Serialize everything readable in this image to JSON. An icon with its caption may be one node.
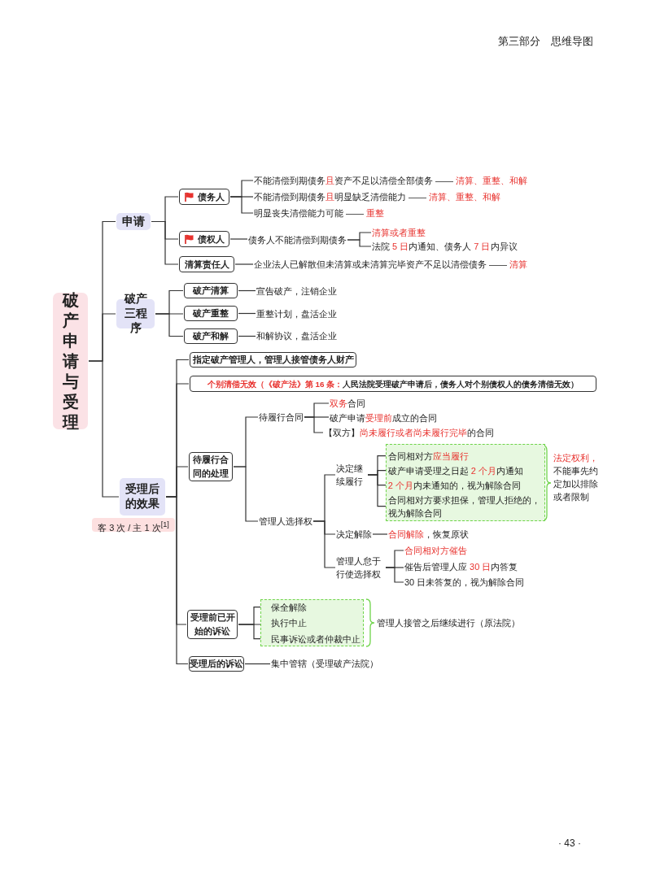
{
  "diagram": {
    "nodes": [
      {
        "text": [
          "破产申请与受理"
        ]
      },
      {
        "text": [
          "申请"
        ]
      },
      {
        "text": [
          "债务人"
        ]
      },
      {
        "text": [
          "不能清偿到期债务**且**资产不足以清偿全部债务 —— **清算、重整、和解**"
        ]
      },
      {
        "text": [
          "不能清偿到期债务**且**明显缺乏清偿能力 —— **清算、重整、和解**"
        ]
      },
      {
        "text": [
          "明显丧失清偿能力可能 —— **重整**"
        ]
      },
      {
        "text": [
          "债权人"
        ]
      },
      {
        "text": [
          "债务人不能清偿到期债务"
        ]
      },
      {
        "text": [
          "清算或者重整"
        ]
      },
      {
        "text": [
          "法院 **5 日**内通知、债务人 **7 日**内异议"
        ]
      },
      {
        "text": [
          "清算责任人"
        ]
      },
      {
        "text": [
          "企业法人已解散但未清算或未清算完毕资产不足以清偿债务 —— **清算**"
        ]
      },
      {
        "text": [
          "破产三程序"
        ]
      },
      {
        "text": [
          "破产清算"
        ]
      },
      {
        "text": [
          "宣告破产，注销企业"
        ]
      },
      {
        "text": [
          "破产重整"
        ]
      },
      {
        "text": [
          "重整计划，盘活企业"
        ]
      },
      {
        "text": [
          "破产和解"
        ]
      },
      {
        "text": [
          "和解协议，盘活企业"
        ]
      },
      {
        "text": [
          "受理后的效果"
        ],
        "beside": [
          "客 3 次 / 主 1 次$^{[1]}$"
        ]
      },
      {
        "text": [
          "指定破产管理人，管理人接管债务人财产"
        ]
      },
      {
        "text": [
          "**个别清偿无效（《破产法》第 16 条：**人民法院受理破产申请后，债务人对个别债权人的债务清偿无效）"
        ]
      },
      {
        "text": [
          "待履行合同的处理"
        ]
      },
      {
        "text": [
          "待履行合同"
        ]
      },
      {
        "text": [
          "**双务**合同"
        ]
      },
      {
        "text": [
          "破产申请**受理前**成立的合同"
        ]
      },
      {
        "text": [
          "【双方】**尚未履行或者尚未履行完毕**的合同"
        ]
      },
      {
        "text": [
          "管理人选择权"
        ]
      },
      {
        "text": [
          "决定继续履行"
        ]
      },
      {
        "text": [],
        "shape": "box"
      },
      {
        "text": [
          "合同相对方**应当履行**"
        ],
        "in": 29
      },
      {
        "text": [
          "破产申请受理之日起 **2 个月**内通知"
        ],
        "in": 29
      },
      {
        "text": [
          "**2 个月**内未通知的，视为解除合同"
        ],
        "in": 29
      },
      {
        "text": [
          "合同相对方要求担保，管理人拒绝的，视为解除合同"
        ],
        "in": 29
      },
      {
        "text": [
          "决定解除"
        ]
      },
      {
        "text": [
          "**合同解除**，恢复原状"
        ]
      },
      {
        "text": [
          "管理人怠于行使选择权"
        ]
      },
      {
        "text": [
          "合同相对方催告"
        ]
      },
      {
        "text": [
          "催告后管理人应 **30 日**内答复"
        ]
      },
      {
        "text": [
          "30 日未答复的，视为解除合同"
        ]
      },
      {
        "text": [
          "受理前已开始的诉讼"
        ]
      },
      {
        "text": [],
        "shape": "box"
      },
      {
        "text": [
          "保全解除"
        ],
        "in": 41
      },
      {
        "text": [
          "执行中止"
        ],
        "in": 41
      },
      {
        "text": [
          "民事诉讼或者仲裁中止"
        ],
        "in": 41
      },
      {
        "text": [
          "受理后的诉讼"
        ]
      },
      {
        "text": [
          "集中管辖（受理破产法院）"
        ]
      }
    ],
    "edges": [
      {
        "from": 0,
        "to": 1,
        "arrow": "none"
      },
      {
        "from": 0,
        "to": 12,
        "arrow": "none"
      },
      {
        "from": 0,
        "to": 19,
        "arrow": "none"
      },
      {
        "from": 1,
        "to": 2,
        "arrow": "none"
      },
      {
        "from": 1,
        "to": 6,
        "arrow": "none"
      },
      {
        "from": 1,
        "to": 10,
        "arrow": "none"
      },
      {
        "from": 2,
        "to": 3,
        "arrow": "none"
      },
      {
        "from": 2,
        "to": 4,
        "arrow": "none"
      },
      {
        "from": 2,
        "to": 5,
        "arrow": "none"
      },
      {
        "from": 6,
        "to": 7,
        "arrow": "none"
      },
      {
        "from": 7,
        "to": 8,
        "arrow": "none"
      },
      {
        "from": 7,
        "to": 9,
        "arrow": "none"
      },
      {
        "from": 10,
        "to": 11,
        "arrow": "none"
      },
      {
        "from": 12,
        "to": 13,
        "arrow": "none"
      },
      {
        "from": 12,
        "to": 15,
        "arrow": "none"
      },
      {
        "from": 12,
        "to": 17,
        "arrow": "none"
      },
      {
        "from": 13,
        "to": 14,
        "arrow": "none"
      },
      {
        "from": 15,
        "to": 16,
        "arrow": "none"
      },
      {
        "from": 17,
        "to": 18,
        "arrow": "none"
      },
      {
        "from": 19,
        "to": 20,
        "arrow": "none"
      },
      {
        "from": 19,
        "to": 21,
        "arrow": "none"
      },
      {
        "from": 19,
        "to": 22,
        "arrow": "none"
      },
      {
        "from": 19,
        "to": 40,
        "arrow": "none"
      },
      {
        "from": 19,
        "to": 45,
        "arrow": "none"
      },
      {
        "from": 22,
        "to": 23,
        "arrow": "none"
      },
      {
        "from": 22,
        "to": 27,
        "arrow": "none"
      },
      {
        "from": 23,
        "to": 24,
        "arrow": "none"
      },
      {
        "from": 23,
        "to": 25,
        "arrow": "none"
      },
      {
        "from": 23,
        "to": 26,
        "arrow": "none"
      },
      {
        "from": 27,
        "to": 28,
        "arrow": "none"
      },
      {
        "from": 27,
        "to": 34,
        "arrow": "none"
      },
      {
        "from": 27,
        "to": 36,
        "arrow": "none"
      },
      {
        "from": 28,
        "to": 30,
        "arrow": "none"
      },
      {
        "from": 28,
        "to": 31,
        "arrow": "none"
      },
      {
        "from": 28,
        "to": 32,
        "arrow": "none"
      },
      {
        "from": 28,
        "to": 33,
        "arrow": "none"
      },
      {
        "from": 34,
        "to": 35,
        "arrow": "none"
      },
      {
        "from": 36,
        "to": 37,
        "arrow": "none"
      },
      {
        "from": 36,
        "to": 38,
        "arrow": "none"
      },
      {
        "from": 36,
        "to": 39,
        "arrow": "none"
      },
      {
        "from": 40,
        "to": 42,
        "arrow": "none"
      },
      {
        "from": 40,
        "to": 43,
        "arrow": "none"
      },
      {
        "from": 40,
        "to": 44,
        "arrow": "none"
      },
      {
        "from": 45,
        "to": 46,
        "arrow": "none"
      }
    ],
    "labels": [
      "第三部分　思维导图",
      "**法定权利，**不能事先约定加以排除或者限制",
      "管理人接管之后继续进行（原法院）",
      "· 43 ·"
    ]
  }
}
